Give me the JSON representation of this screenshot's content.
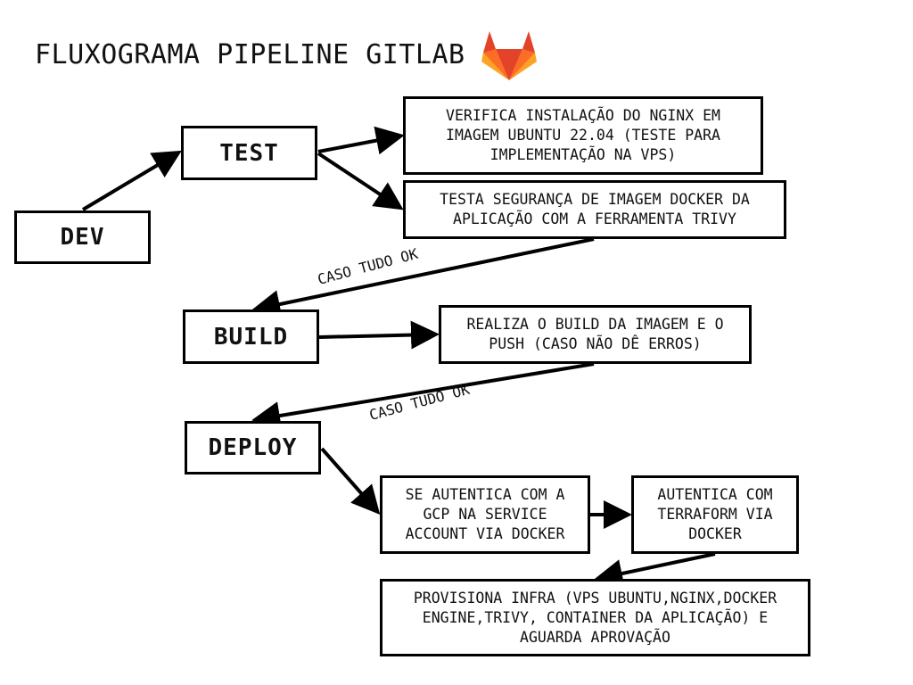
{
  "title": "FLUXOGRAMA PIPELINE GITLAB",
  "logo_icon": "gitlab-logo-icon",
  "colors": {
    "line": "#000000",
    "logo_orange": "#E24329",
    "logo_light": "#FC6D26",
    "logo_yellow": "#FCA326"
  },
  "stages": {
    "dev": "DEV",
    "test": "TEST",
    "build": "BUILD",
    "deploy": "DEPLOY"
  },
  "steps": {
    "nginx_check": "VERIFICA INSTALAÇÃO DO NGINX EM\nIMAGEM UBUNTU 22.04 (TESTE PARA\nIMPLEMENTAÇÃO NA VPS)",
    "trivy_scan": "TESTA SEGURANÇA DE IMAGEM DOCKER DA\nAPLICAÇÃO COM A FERRAMENTA TRIVY",
    "build_push": "REALIZA O BUILD DA IMAGEM E O\nPUSH (CASO NÃO DÊ ERROS)",
    "gcp_auth": "SE AUTENTICA COM A\nGCP NA SERVICE\nACCOUNT VIA DOCKER",
    "terraform_auth": "AUTENTICA COM\nTERRAFORM VIA\nDOCKER",
    "provision": "PROVISIONA INFRA (VPS UBUNTU,NGINX,DOCKER\nENGINE,TRIVY, CONTAINER DA APLICAÇÃO) E\nAGUARDA APROVAÇÃO"
  },
  "edge_labels": {
    "test_to_build": "CASO TUDO OK",
    "build_to_deploy": "CASO TUDO OK"
  }
}
